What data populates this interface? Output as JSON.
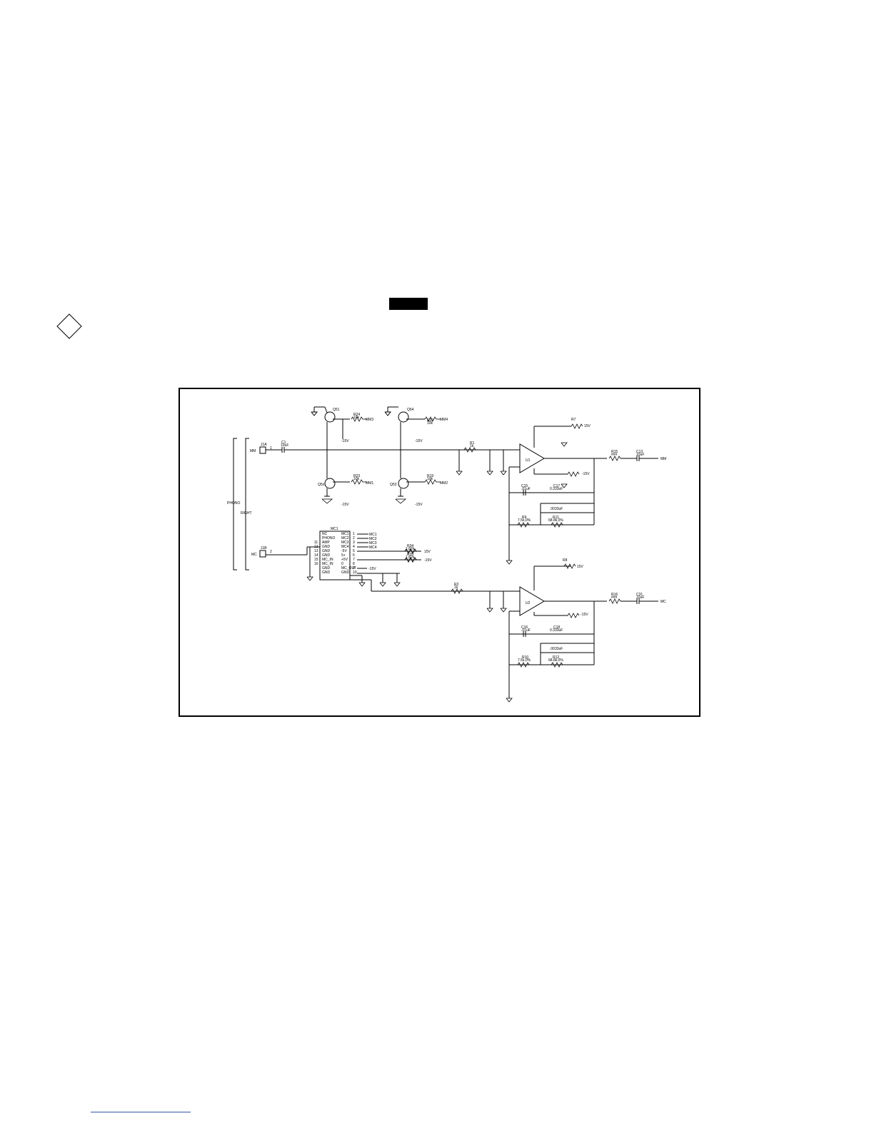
{
  "labels": {
    "phono": "PHONO",
    "right": "RIGHT",
    "j1a": "J1A",
    "j1b": "J1B",
    "mm_in": "MM",
    "mc_in": "MC",
    "pin1": "1",
    "pin2": "2",
    "c1": "C1",
    "c1_val": "10uF",
    "q51": "Q51",
    "q54": "Q54",
    "q5x": "Q5x",
    "q53": "Q53",
    "r24": "R24",
    "r24_val": "10k",
    "r23": "R23",
    "r23_val": "10k",
    "r20": "R20",
    "r20_val": "10k",
    "r19": "R19",
    "r19_val": "10k",
    "mm3": "MM3",
    "mm4": "MM4",
    "mm1": "MM1",
    "mm2": "MM2",
    "m15v": "-15V",
    "p15v": "15V",
    "r1": "R1",
    "r1_val": "1k",
    "r2": "R2",
    "r2_val": "1k",
    "r7": "R7",
    "r8": "R8",
    "u1": "U1",
    "u2": "U2",
    "r15": "R15",
    "r16": "R16",
    "r_val_hash": "###",
    "c13": "C13",
    "c13_val": "10uF",
    "c31": "C31",
    "c31_val": "10uF",
    "mm_out": "MM",
    "mc_out": "MC",
    "c15": "C15",
    "c15_val": ".01uF",
    "c16": "C16",
    "c16_val": ".01uF",
    "c17": "C17",
    "c17_val": "0.333uF",
    "c18": "C18",
    "c18_val": "0.333uF",
    "c21_val": ".0033uF",
    "r9": "R9",
    "r9_val": "7.5k,0%",
    "r10": "R10",
    "r10_val": "7.5k,0%",
    "r11": "R11",
    "r11_val": "68.8k,0%",
    "r12": "R12",
    "r12_val": "68.8k,0%",
    "mc1": "MC1",
    "pin_names": [
      "NC",
      "PHONO",
      "AMP",
      "GND",
      "GND",
      "GND",
      "MC_IN",
      "MC_IN",
      "GND",
      "GND"
    ],
    "pin_nums_left": [
      "11",
      "12",
      "13",
      "14",
      "15",
      "16"
    ],
    "right_pins": [
      "MC1",
      "MC2",
      "MC3",
      "MC4",
      "-5V",
      "5+",
      "+5V",
      "0",
      "MC_OUT",
      "GND"
    ],
    "right_nums": [
      "1",
      "2",
      "3",
      "4",
      "5",
      "6",
      "7",
      "8",
      "9",
      "10"
    ],
    "mc_nets": [
      "MC1",
      "MC2",
      "MC3",
      "MC4"
    ],
    "r34": "R34",
    "r34_val": "1.82k",
    "r35": "R35",
    "r35_val": "1.82k",
    "p15": "15V",
    "m15": "-15V",
    "m15b": "-15V"
  },
  "colors": {
    "ink": "#000000",
    "page": "#ffffff",
    "footer_rule": "#3355aa"
  }
}
